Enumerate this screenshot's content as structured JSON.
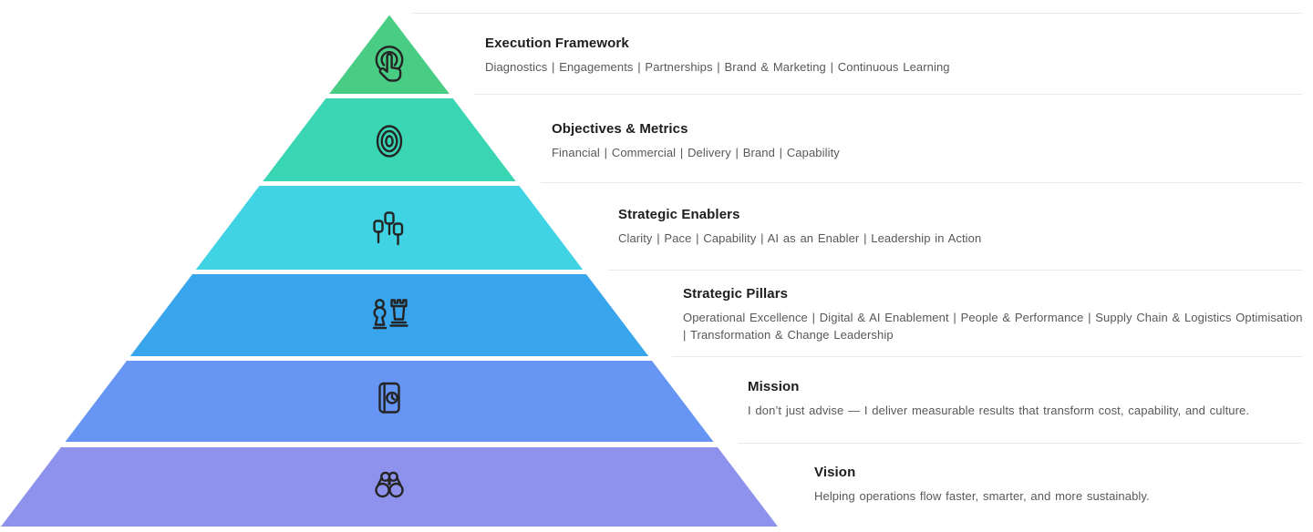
{
  "pyramid": {
    "icon_stroke_color": "#242424",
    "separator_color": "#e9e9eb",
    "levels": [
      {
        "name": "Execution Framework",
        "items": [
          "Diagnostics",
          "Engagements",
          "Partnerships",
          "Brand & Marketing",
          "Continuous Learning"
        ],
        "color": "#49cd84",
        "icon": "tap-icon"
      },
      {
        "name": "Objectives & Metrics",
        "items": [
          "Financial",
          "Commercial",
          "Delivery",
          "Brand",
          "Capability"
        ],
        "color": "#3ad6b3",
        "icon": "target-icon"
      },
      {
        "name": "Strategic Enablers",
        "items": [
          "Clarity",
          "Pace",
          "Capability",
          "AI as an Enabler",
          "Leadership in Action"
        ],
        "color": "#3fd3e3",
        "icon": "fists-icon"
      },
      {
        "name": "Strategic Pillars",
        "items": [
          "Operational Excellence",
          "Digital & AI Enablement",
          "People & Performance",
          "Supply Chain & Logistics Optimisation",
          "Transformation & Change Leadership"
        ],
        "color": "#38a5ec",
        "icon": "chess-icon"
      },
      {
        "name": "Mission",
        "items": [
          "I don’t just advise — I deliver measurable results that transform cost, capability, and culture."
        ],
        "color": "#6695f3",
        "icon": "book-clock-icon"
      },
      {
        "name": "Vision",
        "items": [
          "Helping operations flow faster, smarter, and more sustainably."
        ],
        "color": "#8f92ec",
        "icon": "binoculars-icon"
      }
    ]
  }
}
